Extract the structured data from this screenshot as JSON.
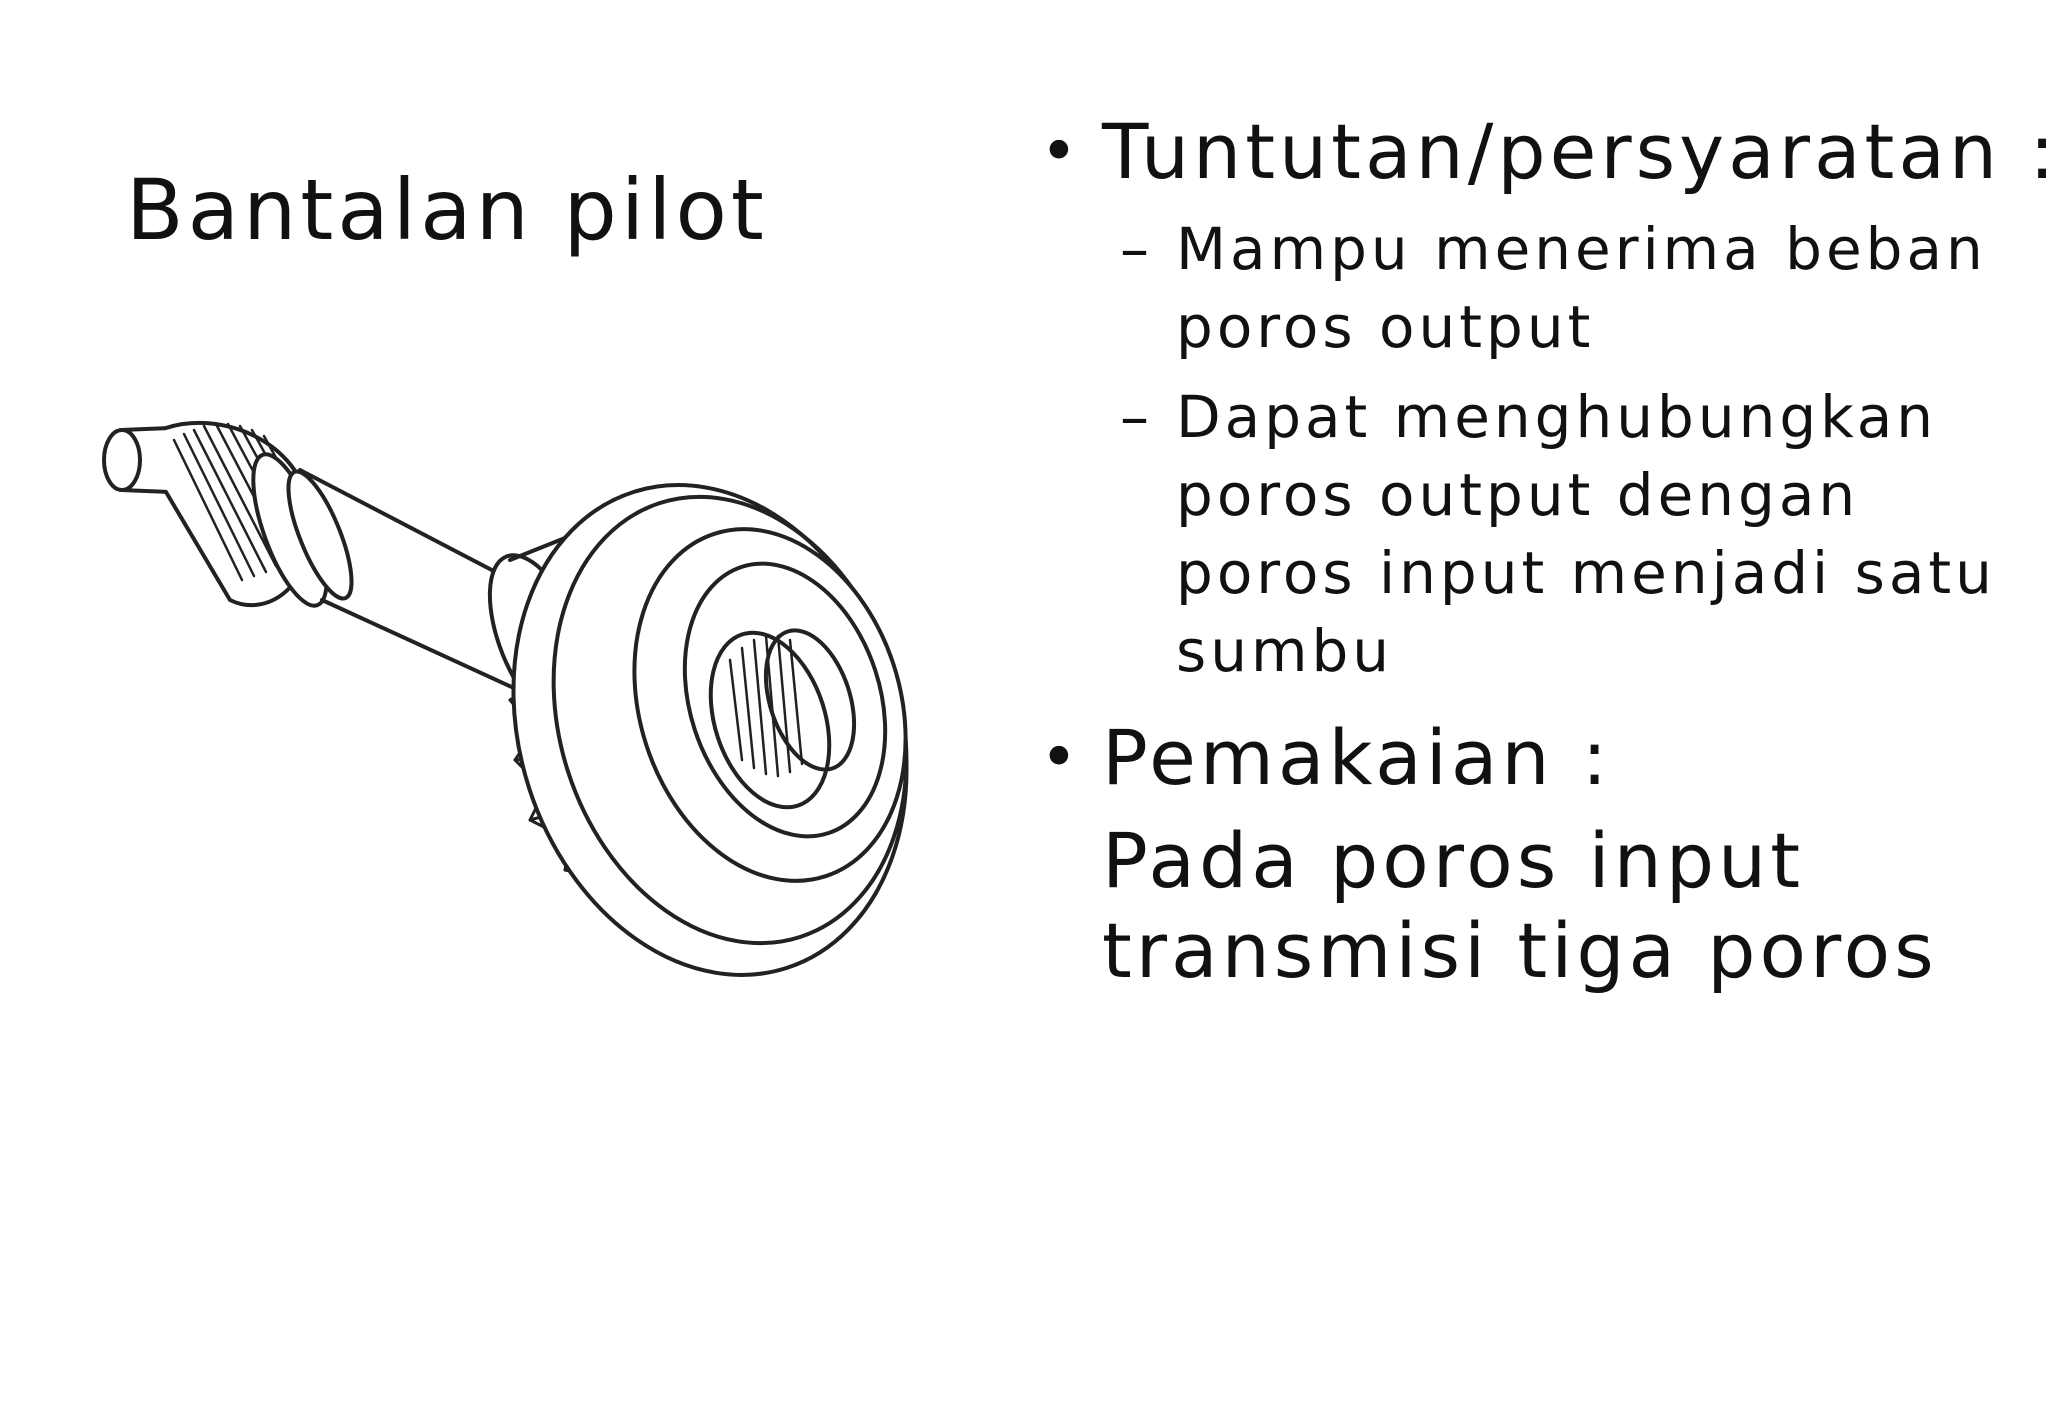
{
  "slide": {
    "title": "Bantalan pilot"
  },
  "illustration": {
    "icon": "gear-shaft-icon"
  },
  "content": {
    "bullet_glyph": "•",
    "dash_glyph": "–",
    "bullet1": {
      "label": "Tuntutan/persyaratan :",
      "subitems": [
        {
          "lines": [
            "Mampu menerima beban",
            "poros output"
          ]
        },
        {
          "lines": [
            "Dapat menghubungkan",
            "poros output dengan",
            "poros input menjadi satu",
            "sumbu"
          ]
        }
      ]
    },
    "bullet2": {
      "label": "Pemakaian :",
      "detail_lines": [
        "Pada poros input",
        "transmisi tiga poros"
      ]
    }
  }
}
